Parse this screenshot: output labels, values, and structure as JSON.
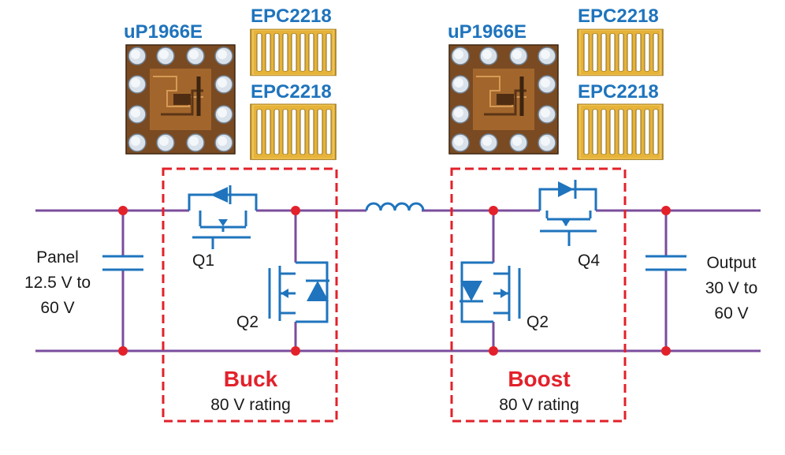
{
  "chips": {
    "controller_left": "uP1966E",
    "controller_right": "uP1966E",
    "fet_left_top": "EPC2218",
    "fet_left_bottom": "EPC2218",
    "fet_right_top": "EPC2218",
    "fet_right_bottom": "EPC2218"
  },
  "input": {
    "line1": "Panel",
    "line2": "12.5 V to",
    "line3": "60 V"
  },
  "output": {
    "line1": "Output",
    "line2": "30 V to",
    "line3": "60 V"
  },
  "buck": {
    "title": "Buck",
    "rating": "80 V rating",
    "q_high": "Q1",
    "q_low": "Q2"
  },
  "boost": {
    "title": "Boost",
    "rating": "80 V rating",
    "q_high": "Q4",
    "q_low": "Q2"
  },
  "colors": {
    "wire": "#7a4d9c",
    "component": "#1f74bd",
    "node": "#e2212a",
    "box": "#e2212a",
    "label_blue": "#1f74bd",
    "chip_gold": "#d8a92c"
  }
}
